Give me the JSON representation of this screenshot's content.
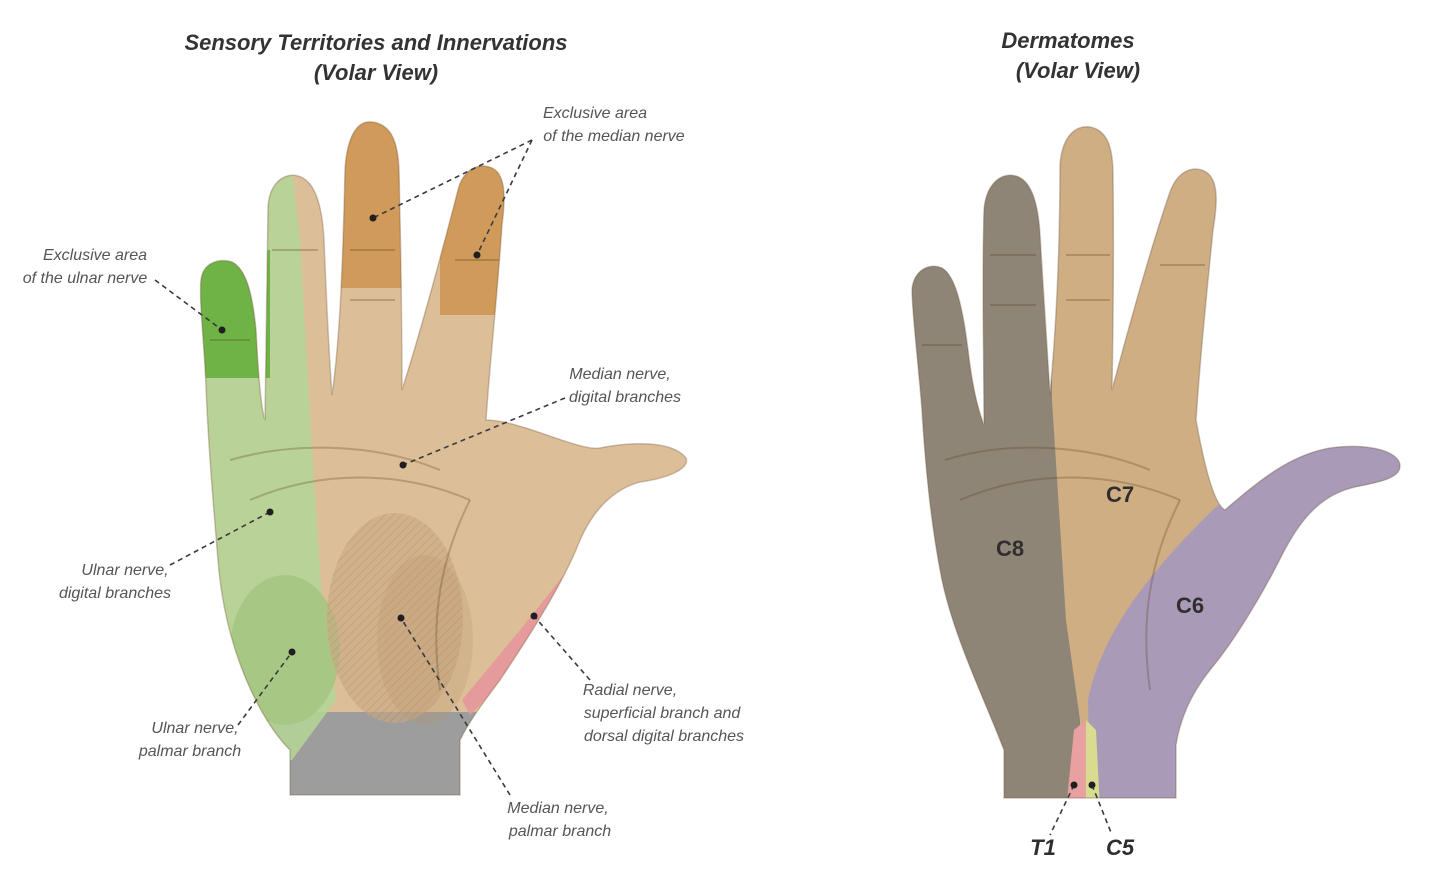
{
  "left_panel": {
    "title_line1": "Sensory Territories and Innervations",
    "title_line2": "(Volar View)",
    "annotations": {
      "exclusive_median_line1": "Exclusive area",
      "exclusive_median_line2": "of the median nerve",
      "exclusive_ulnar_line1": "Exclusive area",
      "exclusive_ulnar_line2": "of the ulnar nerve",
      "median_digital_line1": "Median nerve,",
      "median_digital_line2": "digital branches",
      "ulnar_digital_line1": "Ulnar nerve,",
      "ulnar_digital_line2": "digital branches",
      "ulnar_palmar_line1": "Ulnar nerve,",
      "ulnar_palmar_line2": "palmar branch",
      "radial_line1": "Radial nerve,",
      "radial_line2": "superficial branch and",
      "radial_line3": "dorsal digital branches",
      "median_palmar_line1": "Median nerve,",
      "median_palmar_line2": "palmar branch"
    }
  },
  "right_panel": {
    "title_line1": "Dermatomes",
    "title_line2": "(Volar View)",
    "zones": {
      "c6": "C6",
      "c7": "C7",
      "c8": "C8",
      "t1": "T1",
      "c5": "C5"
    }
  },
  "colors": {
    "skin": "#dcbf98",
    "median_exclusive": "#cf9a5a",
    "ulnar_exclusive": "#6fb347",
    "ulnar_territory": "#b5d497",
    "radial": "#e59b9b",
    "wrist_gray": "#9d9d9d",
    "c6": "#a99ab8",
    "c7": "#cfae84",
    "c8": "#8f8576",
    "t1": "#e8a0a0",
    "c5": "#d8dc8e"
  }
}
